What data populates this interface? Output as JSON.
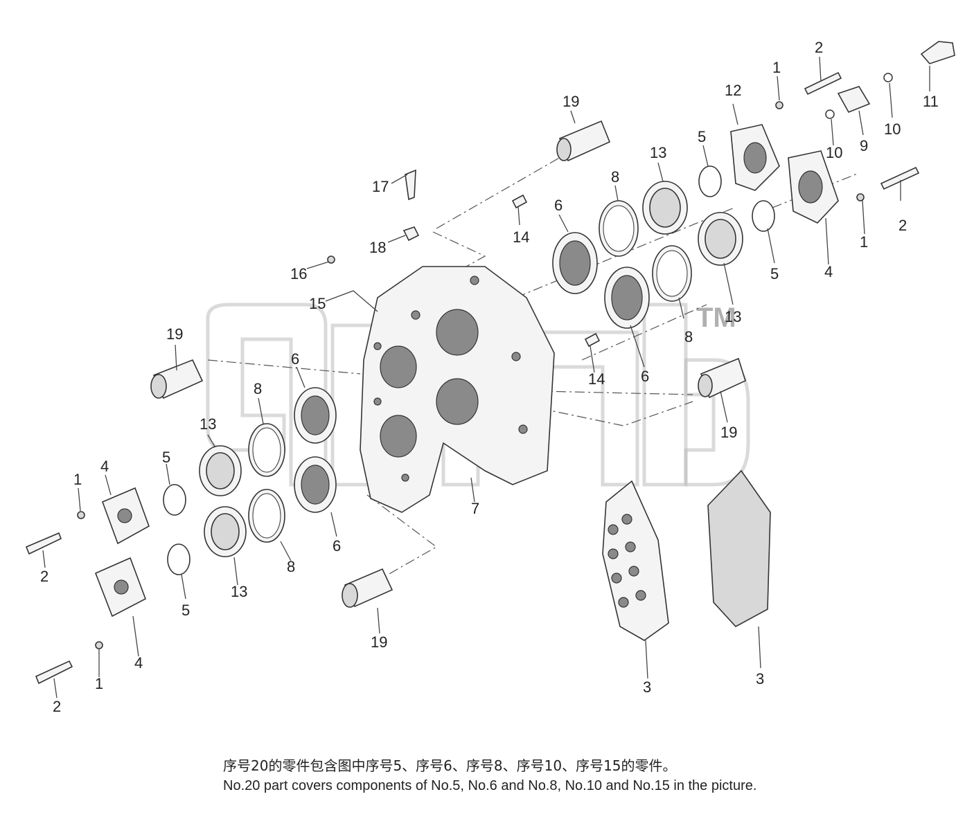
{
  "watermark": {
    "tm": "TM"
  },
  "callouts": {
    "c1": "1",
    "c2": "2",
    "c3": "3",
    "c4": "4",
    "c5": "5",
    "c6": "6",
    "c7": "7",
    "c8": "8",
    "c9": "9",
    "c10": "10",
    "c11": "11",
    "c12": "12",
    "c13": "13",
    "c14": "14",
    "c15": "15",
    "c16": "16",
    "c17": "17",
    "c18": "18",
    "c19": "19"
  },
  "note": {
    "chinese": "序号20的零件包含图中序号5、序号6、序号8、序号10、序号15的零件。",
    "english": "No.20 part covers components of No.5, No.6 and No.8, No.10 and No.15 in the picture."
  }
}
